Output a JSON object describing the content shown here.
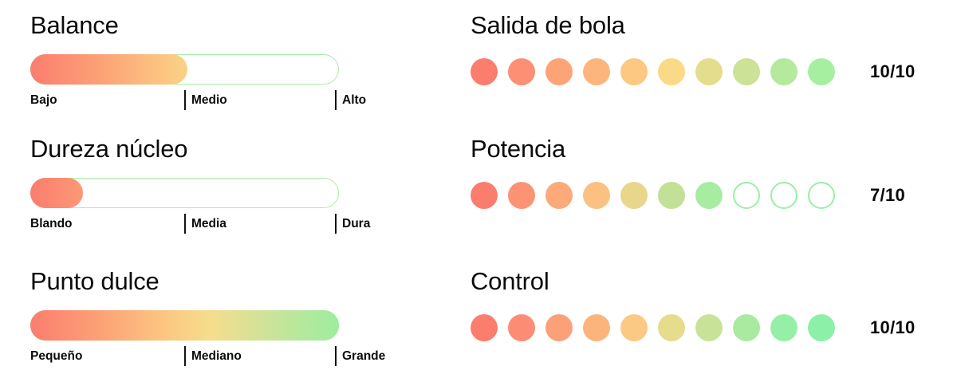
{
  "theme": {
    "background": "#ffffff",
    "text": "#0b0b0b",
    "gradient_start": "#fb7d6e",
    "gradient_mid": "#f6dd8c",
    "gradient_end": "#9ced9f",
    "track_outline": "#a8eda3",
    "empty_dot_outline": "#9aefa8"
  },
  "bars": [
    {
      "title": "Balance",
      "fill_percent": 51,
      "scale": [
        {
          "label": "Bajo",
          "position": "start",
          "tick": false
        },
        {
          "label": "Medio",
          "position": "mid",
          "tick": true
        },
        {
          "label": "Alto",
          "position": "end",
          "tick": true
        }
      ]
    },
    {
      "title": "Dureza núcleo",
      "fill_percent": 17,
      "scale": [
        {
          "label": "Blando",
          "position": "start",
          "tick": false
        },
        {
          "label": "Media",
          "position": "mid",
          "tick": true
        },
        {
          "label": "Dura",
          "position": "end",
          "tick": true
        }
      ]
    },
    {
      "title": "Punto dulce",
      "fill_percent": 100,
      "scale": [
        {
          "label": "Pequeño",
          "position": "start",
          "tick": false
        },
        {
          "label": "Mediano",
          "position": "mid",
          "tick": true
        },
        {
          "label": "Grande",
          "position": "end",
          "tick": true
        }
      ]
    }
  ],
  "ratings": [
    {
      "title": "Salida de bola",
      "filled": 10,
      "total": 10,
      "score": "10/10",
      "dot_colors": [
        "#fb7d6e",
        "#fc8f74",
        "#fca476",
        "#fcb67d",
        "#fcc882",
        "#fada86",
        "#e4dd8e",
        "#cbe297",
        "#b5e99c",
        "#a6efa0"
      ]
    },
    {
      "title": "Potencia",
      "filled": 7,
      "total": 10,
      "score": "7/10",
      "dot_colors": [
        "#fb7d6e",
        "#fc9375",
        "#fcaa79",
        "#fbc181",
        "#e8d68b",
        "#c3e098",
        "#a6eda2",
        null,
        null,
        null
      ]
    },
    {
      "title": "Control",
      "filled": 10,
      "total": 10,
      "score": "10/10",
      "dot_colors": [
        "#fb7d6e",
        "#fc8d74",
        "#fca177",
        "#fcb47d",
        "#fbc984",
        "#e6dc8d",
        "#c8e398",
        "#aaeaa0",
        "#96efa6",
        "#8df0a8"
      ]
    }
  ]
}
